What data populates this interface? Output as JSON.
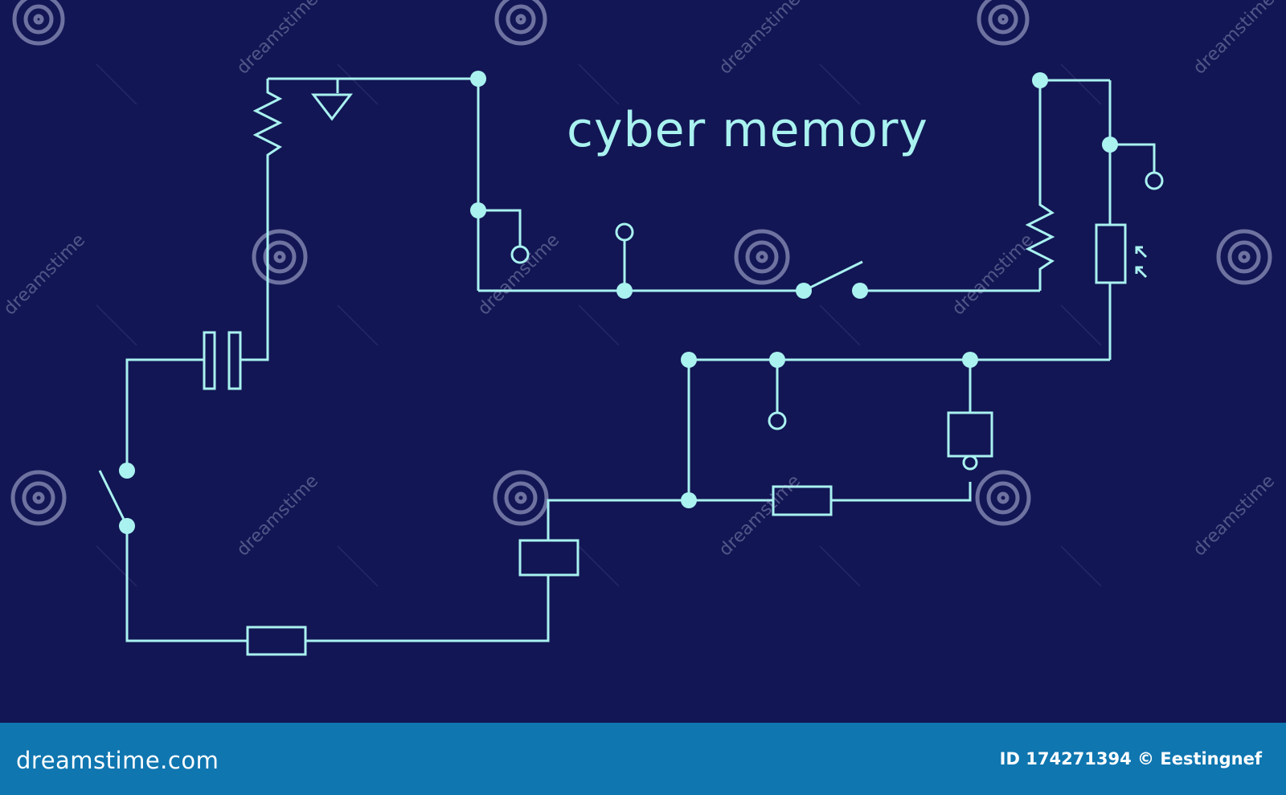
{
  "diagram": {
    "title": "cyber memory",
    "line_color": "#a9f2f0",
    "background": "#121654"
  },
  "watermark": {
    "text": "dreamstime",
    "icon": "spiral-logo-icon"
  },
  "footer": {
    "logo_text": "dreamstime.com",
    "credit": "ID 174271394 © Eestingnef",
    "background": "#0f76b0"
  }
}
